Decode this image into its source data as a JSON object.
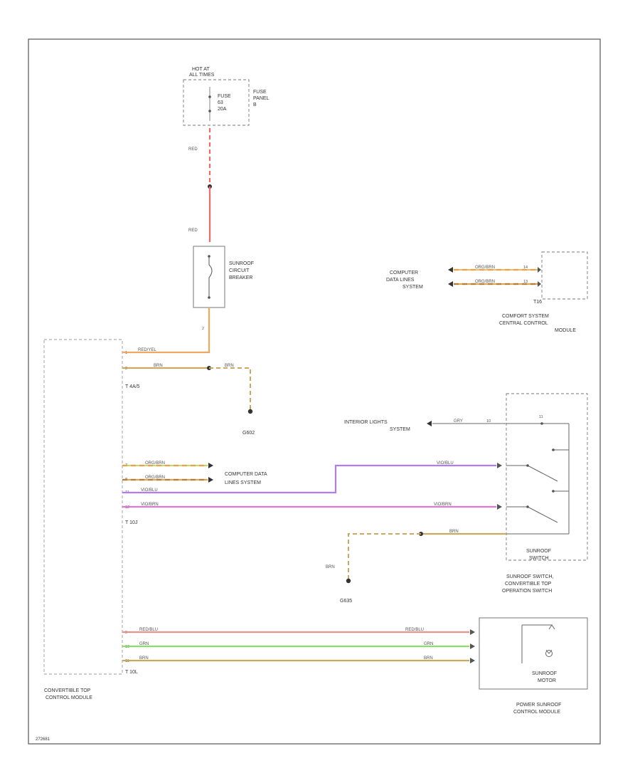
{
  "fuse_block": {
    "hot_line1": "HOT AT",
    "hot_line2": "ALL TIMES",
    "fuse_line1": "FUSE",
    "fuse_line2": "63",
    "fuse_line3": "20A",
    "panel_line1": "FUSE",
    "panel_line2": "PANEL",
    "panel_line3": "B"
  },
  "wire_red_upper": "RED",
  "wire_red_lower": "RED",
  "breaker": {
    "line1": "SUNROOF",
    "line2": "CIRCUIT",
    "line3": "BREAKER",
    "pin_bottom": "2"
  },
  "comfort_module": {
    "connector": "T16",
    "line1": "COMFORT SYSTEM",
    "line2": "CENTRAL CONTROL",
    "line3": "MODULE",
    "wire1": "ORG/BRN",
    "wire2": "ORG/BRN",
    "pin1": "14",
    "pin2": "13",
    "dest_line1": "COMPUTER",
    "dest_line2": "DATA LINES",
    "dest_line3": "SYSTEM"
  },
  "top_module": {
    "line1": "CONVERTIBLE TOP",
    "line2": "CONTROL MODULE",
    "connector_a": "T 4A/5",
    "connector_b": "T 10J",
    "connector_c": "T 10L",
    "wire_a1": "RED/YEL",
    "wire_a2": "BRN",
    "wire_a2_cont": "BRN",
    "ground_a": "G602",
    "wire_b1": "ORG/BRN",
    "wire_b2": "ORG/BRN",
    "wire_b3": "VIO/BLU",
    "wire_b4": "VIO/BRN",
    "wire_b3_far": "VIO/BLU",
    "wire_b4_far": "VIO/BRN",
    "data_line1": "COMPUTER DATA",
    "data_line2": "LINES SYSTEM",
    "wire_c1": "RED/BLU",
    "wire_c2": "GRN",
    "wire_c3": "BRN",
    "wire_c1_far": "RED/BLU",
    "wire_c2_far": "GRN",
    "wire_c3_far": "BRN",
    "pin_a1": "1",
    "pin_a2": "2",
    "pin_b1": "7",
    "pin_b2": "8",
    "pin_b3": "11",
    "pin_b4": "12",
    "pin_c1": "9",
    "pin_c2": "10",
    "pin_c3": "11"
  },
  "sunroof_switch": {
    "interior_line1": "INTERIOR LIGHTS",
    "interior_line2": "SYSTEM",
    "wire_gry": "GRY",
    "wire_gry_pin": "10",
    "wire_brn": "BRN",
    "wire_brn_left": "BRN",
    "ground": "G635",
    "box_line1": "SUNROOF",
    "box_line2": "SWITCH",
    "label_line1": "SUNROOF SWITCH,",
    "label_line2": "CONVERTIBLE TOP",
    "label_line3": "OPERATION SWITCH",
    "pin_top": "11"
  },
  "power_module": {
    "motor_line1": "SUNROOF",
    "motor_line2": "MOTOR",
    "label_line1": "POWER SUNROOF",
    "label_line2": "CONTROL MODULE"
  },
  "footer_code": "272681"
}
